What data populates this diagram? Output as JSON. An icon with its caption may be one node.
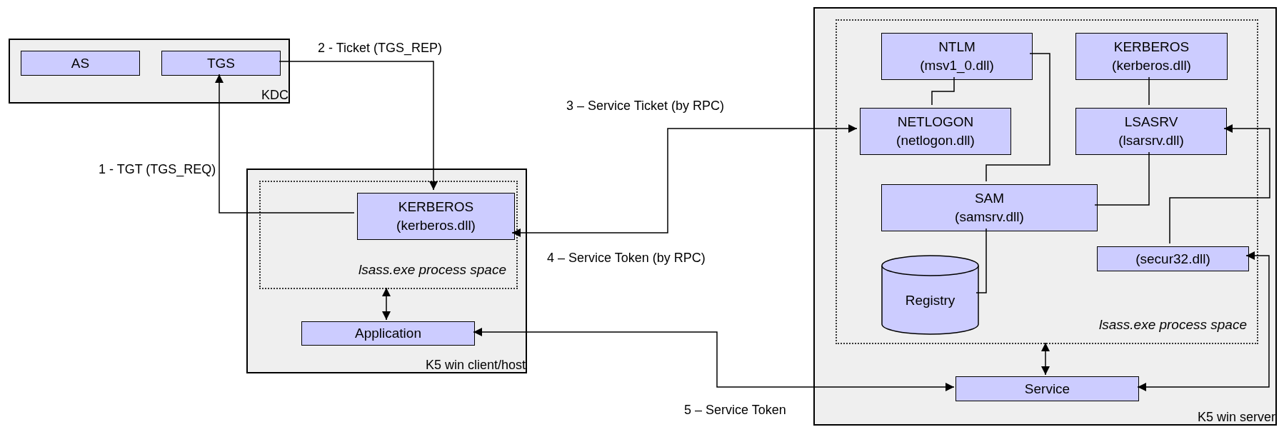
{
  "diagram": {
    "nodes": [
      {
        "text": [
          "KDC"
        ]
      },
      {
        "text": [
          "AS"
        ],
        "in": 0
      },
      {
        "text": [
          "TGS"
        ],
        "in": 0
      },
      {
        "text": [
          "K5 win client/host"
        ]
      },
      {
        "text": [
          "lsass.exe process space"
        ],
        "in": 3
      },
      {
        "text": [
          "KERBEROS",
          "(kerberos.dll)"
        ],
        "in": 4
      },
      {
        "text": [
          "Application"
        ],
        "in": 3
      },
      {
        "text": [
          "K5 win server"
        ]
      },
      {
        "text": [
          "lsass.exe process space"
        ],
        "in": 7
      },
      {
        "text": [
          "NTLM",
          "(msv1_0.dll)"
        ],
        "in": 8
      },
      {
        "text": [
          "KERBEROS",
          "(kerberos.dll)"
        ],
        "in": 8
      },
      {
        "text": [
          "NETLOGON",
          "(netlogon.dll)"
        ],
        "in": 8
      },
      {
        "text": [
          "LSASRV",
          "(lsarsrv.dll)"
        ],
        "in": 8
      },
      {
        "text": [
          "SAM",
          "(samsrv.dll)"
        ],
        "in": 8
      },
      {
        "text": [
          "Registry"
        ],
        "in": 8
      },
      {
        "text": [
          "(secur32.dll)"
        ],
        "in": 8
      },
      {
        "text": [
          "Service"
        ],
        "in": 7
      }
    ],
    "edges": [
      {
        "from": 2,
        "to": 5,
        "arrow": "to",
        "label": "2 - Ticket (TGS_REP)"
      },
      {
        "from": 5,
        "to": 2,
        "arrow": "to",
        "label": "1 - TGT (TGS_REQ)"
      },
      {
        "from": 5,
        "to": 11,
        "arrow": "both",
        "label": "3 – Service Ticket (by RPC)"
      },
      {
        "from": 4,
        "to": 6,
        "arrow": "both"
      },
      {
        "from": 6,
        "to": 16,
        "arrow": "both",
        "label": "5 – Service Token"
      },
      {
        "from": 9,
        "to": 11,
        "arrow": "none"
      },
      {
        "from": 9,
        "to": 13,
        "arrow": "none"
      },
      {
        "from": 10,
        "to": 12,
        "arrow": "none"
      },
      {
        "from": 12,
        "to": 13,
        "arrow": "none"
      },
      {
        "from": 13,
        "to": 14,
        "arrow": "none"
      },
      {
        "from": 15,
        "to": 12,
        "arrow": "to"
      },
      {
        "from": 16,
        "to": 15,
        "arrow": "both"
      },
      {
        "from": 8,
        "to": 16,
        "arrow": "both"
      }
    ],
    "labels": [
      "4 – Service Token (by RPC)"
    ]
  }
}
